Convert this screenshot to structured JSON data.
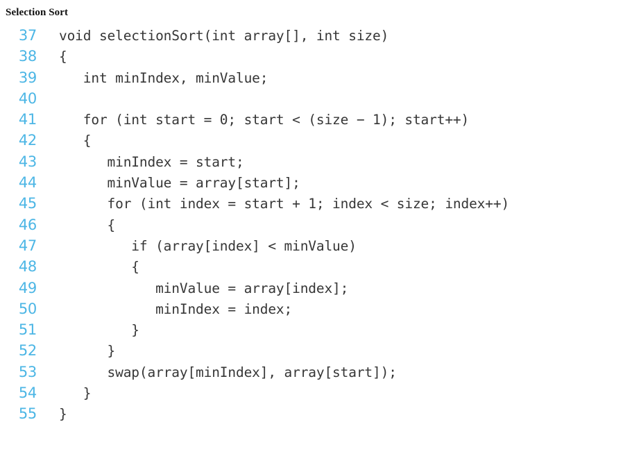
{
  "caption": "Selection Sort",
  "colors": {
    "background": "#ffffff",
    "line_number": "#4cb6e5",
    "code_text": "#363636",
    "caption_text": "#101010"
  },
  "listing": {
    "language": "C++",
    "first_line_number": 37,
    "last_line_number": 55,
    "lines": [
      {
        "number": "37",
        "code": "void selectionSort(int array[], int size)"
      },
      {
        "number": "38",
        "code": "{"
      },
      {
        "number": "39",
        "code": "   int minIndex, minValue;"
      },
      {
        "number": "40",
        "code": ""
      },
      {
        "number": "41",
        "code": "   for (int start = 0; start < (size − 1); start++)"
      },
      {
        "number": "42",
        "code": "   {"
      },
      {
        "number": "43",
        "code": "      minIndex = start;"
      },
      {
        "number": "44",
        "code": "      minValue = array[start];"
      },
      {
        "number": "45",
        "code": "      for (int index = start + 1; index < size; index++)"
      },
      {
        "number": "46",
        "code": "      {"
      },
      {
        "number": "47",
        "code": "         if (array[index] < minValue)"
      },
      {
        "number": "48",
        "code": "         {"
      },
      {
        "number": "49",
        "code": "            minValue = array[index];"
      },
      {
        "number": "50",
        "code": "            minIndex = index;"
      },
      {
        "number": "51",
        "code": "         }"
      },
      {
        "number": "52",
        "code": "      }"
      },
      {
        "number": "53",
        "code": "      swap(array[minIndex], array[start]);"
      },
      {
        "number": "54",
        "code": "   }"
      },
      {
        "number": "55",
        "code": "}"
      }
    ]
  }
}
